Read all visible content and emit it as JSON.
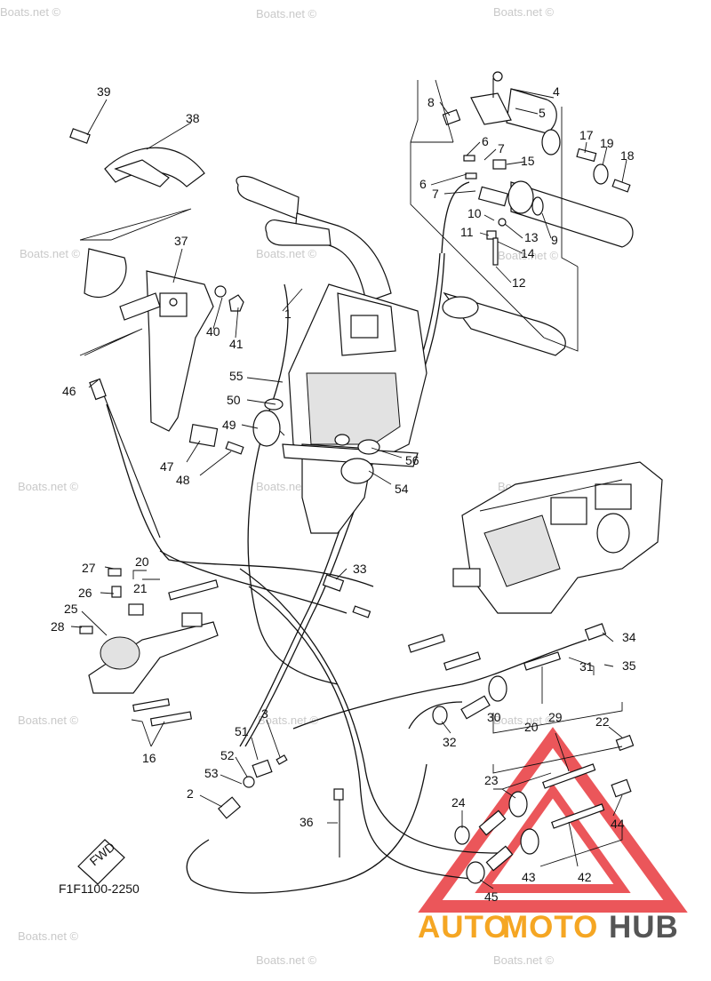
{
  "diagram_code": "F1F1100-2250",
  "fwd_label": "FWD",
  "watermark": "Boats.net ©",
  "brand": {
    "part1": "AUTO",
    "part2": "MOTO",
    "part3": "HUB",
    "color_orange": "#f5a623",
    "color_dark": "#555555",
    "color_triangle": "#e8383d"
  },
  "part_numbers": [
    "1",
    "2",
    "3",
    "4",
    "5",
    "6",
    "6",
    "7",
    "7",
    "8",
    "9",
    "10",
    "11",
    "12",
    "13",
    "14",
    "15",
    "16",
    "17",
    "18",
    "19",
    "20",
    "20",
    "21",
    "22",
    "23",
    "24",
    "25",
    "26",
    "27",
    "28",
    "29",
    "30",
    "31",
    "32",
    "33",
    "34",
    "35",
    "36",
    "37",
    "38",
    "39",
    "40",
    "41",
    "42",
    "43",
    "44",
    "45",
    "46",
    "47",
    "48",
    "49",
    "50",
    "51",
    "52",
    "53",
    "54",
    "55",
    "56"
  ]
}
